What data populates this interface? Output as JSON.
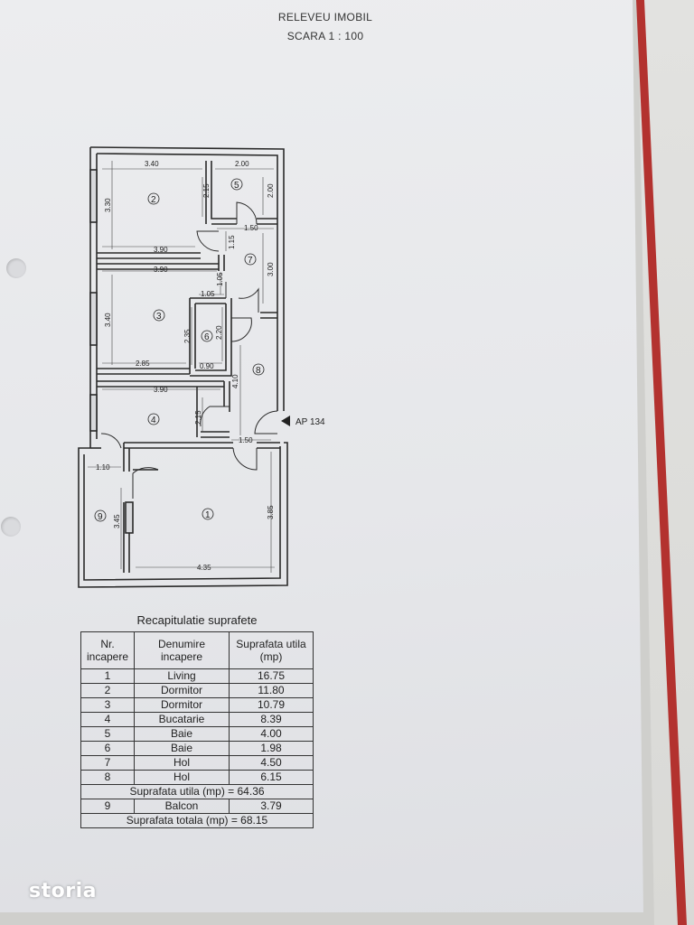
{
  "header": {
    "title": "RELEVEU IMOBIL",
    "scale": "SCARA  1 : 100"
  },
  "plan": {
    "apartment_label": "AP 134",
    "rooms": [
      "1",
      "2",
      "3",
      "4",
      "5",
      "6",
      "7",
      "8",
      "9"
    ],
    "dimensions": {
      "r2_width": "3.40",
      "r2_height": "3.30",
      "r2_inner_h": "2.15",
      "r2_bottom": "3.90",
      "r5_width": "2.00",
      "r5_height": "2.00",
      "r5_bottom": "1.50",
      "r7_a": "1.15",
      "r7_b": "3.00",
      "r3_top": "3.90",
      "r3_height": "3.40",
      "r3_bottom": "2.85",
      "r3_inner_h": "2.35",
      "r6_width": "1.05",
      "r6_width_b": "1.05",
      "r6_height": "2.20",
      "r6_bottom": "0.90",
      "r8_height": "4.10",
      "r4_width": "3.90",
      "r4_height": "2.15",
      "r8_bottom": "1.50",
      "r9_width": "1.10",
      "r9_height": "3.45",
      "r1_height": "3.85",
      "r1_width": "4.35"
    }
  },
  "recap": {
    "title": "Recapitulatie suprafete",
    "headers": [
      "Nr. incapere",
      "Denumire incapere",
      "Suprafata utila (mp)"
    ],
    "rows": [
      [
        "1",
        "Living",
        "16.75"
      ],
      [
        "2",
        "Dormitor",
        "11.80"
      ],
      [
        "3",
        "Dormitor",
        "10.79"
      ],
      [
        "4",
        "Bucatarie",
        "8.39"
      ],
      [
        "5",
        "Baie",
        "4.00"
      ],
      [
        "6",
        "Baie",
        "1.98"
      ],
      [
        "7",
        "Hol",
        "4.50"
      ],
      [
        "8",
        "Hol",
        "6.15"
      ]
    ],
    "subtotal": "Suprafata utila (mp) =  64.36",
    "balcony": [
      "9",
      "Balcon",
      "3.79"
    ],
    "total": "Suprafata totala (mp) =  68.15"
  },
  "watermark": "storia"
}
